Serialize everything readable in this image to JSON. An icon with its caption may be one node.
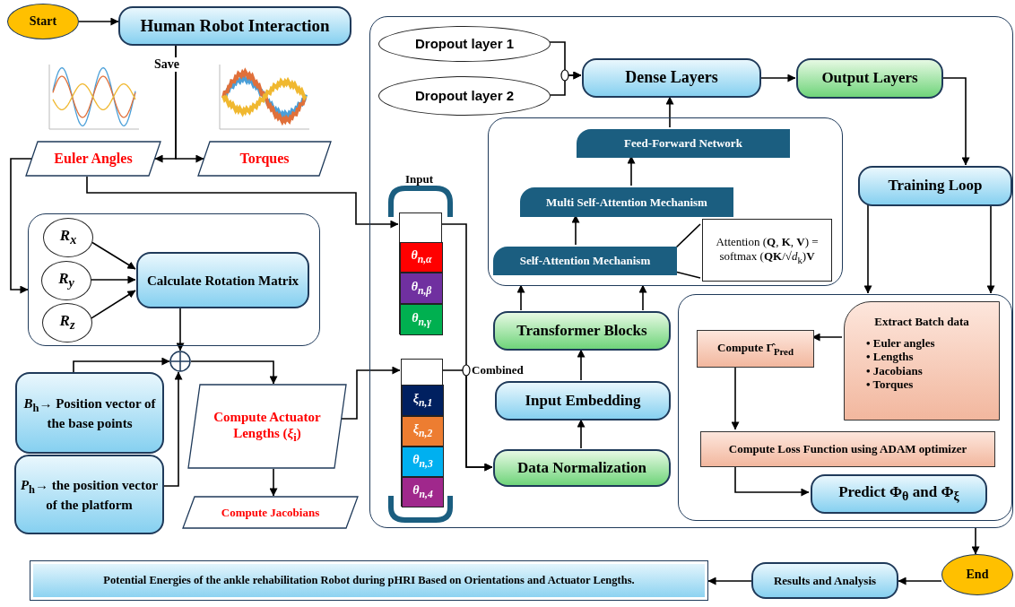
{
  "diagram": {
    "nodes": [
      {
        "text": [
          "Start"
        ]
      },
      {
        "text": [
          "Human Robot Interaction"
        ]
      },
      {
        "text": [
          "Euler Angles"
        ]
      },
      {
        "text": [
          "Torques"
        ]
      },
      {
        "text": [],
        "shape": "box"
      },
      {
        "text": [
          "R$_{x}$"
        ],
        "in": 4
      },
      {
        "text": [
          "R$_{y}$"
        ],
        "in": 4
      },
      {
        "text": [
          "R$_{z}$"
        ],
        "in": 4
      },
      {
        "text": [
          "Calculate Rotation Matrix"
        ],
        "in": 4
      },
      {
        "text": [],
        "shape": "circle"
      },
      {
        "text": [
          "*B*$_{h}$→ Position vector of the base points"
        ]
      },
      {
        "text": [
          "*P*$_{h}$→ the position vector of the platform"
        ]
      },
      {
        "text": [
          "Compute Actuator Lengths (*ξ*$_{i}$)"
        ]
      },
      {
        "text": [
          "Compute Jacobians"
        ]
      },
      {
        "text": [],
        "shape": "box"
      },
      {
        "text": [
          "Dropout layer 1"
        ],
        "in": 14
      },
      {
        "text": [
          "Dropout layer 2"
        ],
        "in": 14
      },
      {
        "text": [
          "Dense Layers"
        ],
        "in": 14
      },
      {
        "text": [
          "Output Layers"
        ],
        "in": 14
      },
      {
        "text": [],
        "shape": "box",
        "in": 14
      },
      {
        "text": [
          "Feed-Forward Network"
        ],
        "in": 19
      },
      {
        "text": [
          "Multi Self-Attention Mechanism"
        ],
        "in": 19
      },
      {
        "text": [
          "Self-Attention Mechanism"
        ],
        "in": 19
      },
      {
        "text": [
          "Attention (**Q**, **K**, **V**) = softmax (**QK**/√*d*$_{k}$)**V**"
        ],
        "in": 19
      },
      {
        "text": [
          "Training Loop"
        ],
        "in": 14
      },
      {
        "text": [],
        "shape": "bar",
        "in": 14
      },
      {
        "text": [
          "θ$_{n,α}$"
        ],
        "in": 25
      },
      {
        "text": [
          "θ$_{n,β}$"
        ],
        "in": 25
      },
      {
        "text": [
          "θ$_{n,γ}$"
        ],
        "in": 25
      },
      {
        "text": [
          "Transformer Blocks"
        ],
        "in": 14
      },
      {
        "text": [],
        "shape": "bar",
        "in": 14
      },
      {
        "text": [
          "ξ$_{n,1}$"
        ],
        "in": 30
      },
      {
        "text": [
          "ξ$_{n,2}$"
        ],
        "in": 30
      },
      {
        "text": [
          "θ$_{n,3}$"
        ],
        "in": 30
      },
      {
        "text": [
          "θ$_{n,4}$"
        ],
        "in": 30
      },
      {
        "text": [
          "Input Embedding"
        ],
        "in": 14
      },
      {
        "text": [
          "Data Normalization"
        ],
        "in": 14
      },
      {
        "text": [],
        "shape": "box",
        "in": 14
      },
      {
        "text": [
          "Extract Batch data",
          "• Euler angles",
          "• Lengths",
          "• Jacobians",
          "• Torques"
        ],
        "in": 37
      },
      {
        "text": [
          "Compute Γ̂$_{Pred}$"
        ],
        "in": 37
      },
      {
        "text": [
          "Compute Loss Function using ADAM optimizer"
        ],
        "in": 37
      },
      {
        "text": [
          "Predict Φ$_{θ}$ and Φ$_{ξ}$"
        ],
        "in": 37
      },
      {
        "text": [
          "End"
        ]
      },
      {
        "text": [
          "Potential Energies of the ankle rehabilitation Robot during pHRI Based on Orientations and Actuator Lengths."
        ]
      },
      {
        "text": [
          "Results and Analysis"
        ]
      }
    ],
    "edges": [
      {
        "from": 0,
        "to": 1,
        "arrow": "to"
      },
      {
        "from": 1,
        "to": 2,
        "arrow": "to",
        "label": "Save"
      },
      {
        "from": 1,
        "to": 3,
        "arrow": "to"
      },
      {
        "from": 2,
        "to": 4,
        "arrow": "to"
      },
      {
        "from": 2,
        "to": 25,
        "arrow": "to"
      },
      {
        "from": 5,
        "to": 8,
        "arrow": "to"
      },
      {
        "from": 6,
        "to": 8,
        "arrow": "to"
      },
      {
        "from": 7,
        "to": 8,
        "arrow": "to"
      },
      {
        "from": 8,
        "to": 9,
        "arrow": "to"
      },
      {
        "from": 10,
        "to": 9,
        "arrow": "to"
      },
      {
        "from": 11,
        "to": 9,
        "arrow": "to"
      },
      {
        "from": 9,
        "to": 12,
        "arrow": "to"
      },
      {
        "from": 12,
        "to": 13,
        "arrow": "to"
      },
      {
        "from": 12,
        "to": 30,
        "arrow": "to"
      },
      {
        "from": 25,
        "to": 36,
        "arrow": "to"
      },
      {
        "from": 30,
        "to": 36,
        "arrow": "to"
      },
      {
        "from": 36,
        "to": 35,
        "arrow": "to"
      },
      {
        "from": 35,
        "to": 29,
        "arrow": "to"
      },
      {
        "from": 29,
        "to": 19,
        "arrow": "to"
      },
      {
        "from": 29,
        "to": 19,
        "arrow": "to"
      },
      {
        "from": 22,
        "to": 21,
        "arrow": "to"
      },
      {
        "from": 21,
        "to": 20,
        "arrow": "to"
      },
      {
        "from": 20,
        "to": 17,
        "arrow": "to"
      },
      {
        "from": 22,
        "to": 23,
        "arrow": "none"
      },
      {
        "from": 15,
        "to": 17,
        "arrow": "to"
      },
      {
        "from": 16,
        "to": 17,
        "arrow": "to"
      },
      {
        "from": 17,
        "to": 18,
        "arrow": "to"
      },
      {
        "from": 18,
        "to": 24,
        "arrow": "to"
      },
      {
        "from": 24,
        "to": 37,
        "arrow": "to"
      },
      {
        "from": 24,
        "to": 37,
        "arrow": "to"
      },
      {
        "from": 38,
        "to": 39,
        "arrow": "to"
      },
      {
        "from": 39,
        "to": 40,
        "arrow": "to"
      },
      {
        "from": 40,
        "to": 41,
        "arrow": "to"
      },
      {
        "from": 14,
        "to": 42,
        "arrow": "to"
      },
      {
        "from": 42,
        "to": 44,
        "arrow": "to"
      },
      {
        "from": 44,
        "to": 43,
        "arrow": "to"
      }
    ],
    "labels": [
      "Input",
      "Combined"
    ]
  }
}
